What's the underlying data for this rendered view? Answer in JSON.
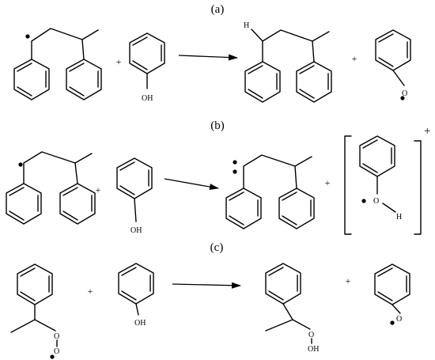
{
  "panels": [
    {
      "label": "(a)",
      "letter": "a"
    },
    {
      "label": "(b)",
      "letter": "b"
    },
    {
      "label": "(c)",
      "letter": "c"
    }
  ],
  "plus_sign": "+",
  "atoms": {
    "hydrogen": "H",
    "hydroxyl": "OH",
    "oxygen": "O",
    "hydroperoxy": "OH",
    "hydrogen_b": "H"
  },
  "complex_charge": "+"
}
